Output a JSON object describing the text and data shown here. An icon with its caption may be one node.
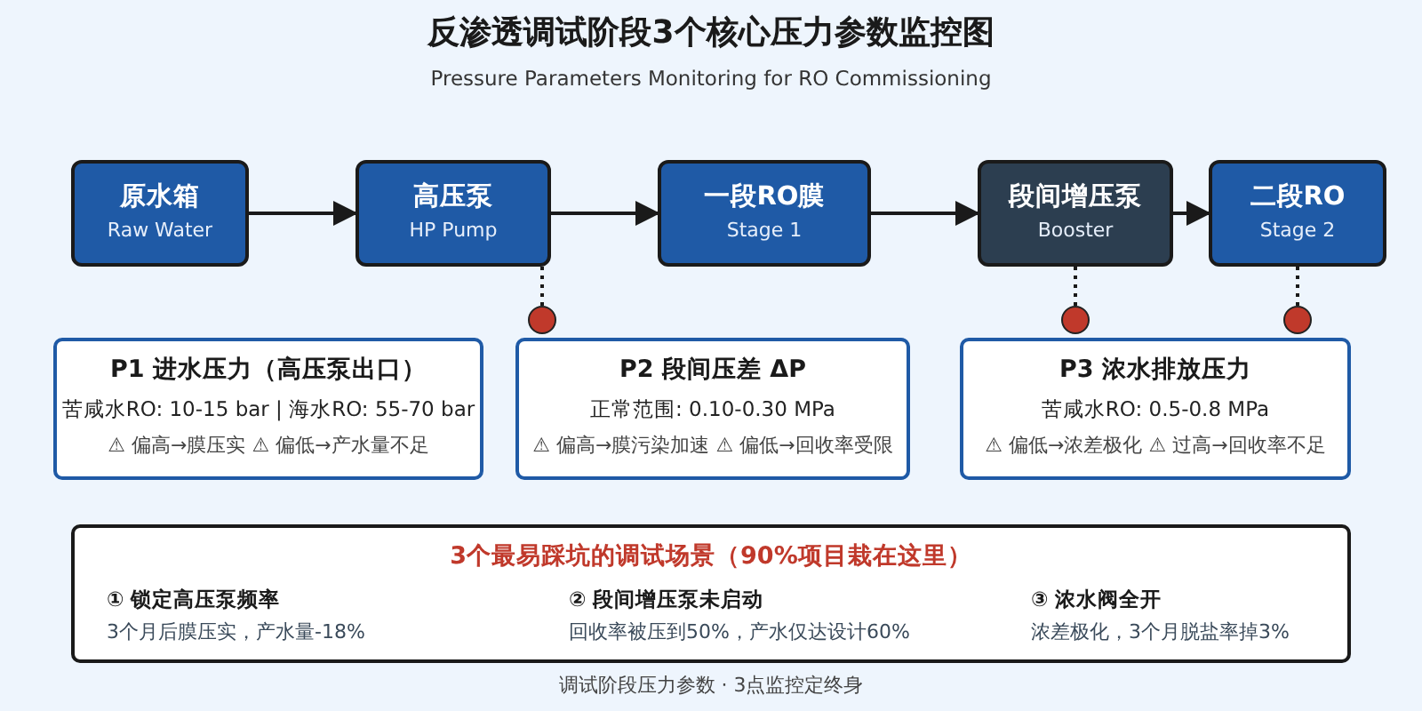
{
  "diagram": {
    "title": "反渗透调试阶段3个核心压力参数监控图",
    "nodes": [
      {
        "text": [
          "原水箱",
          "Raw Water"
        ]
      },
      {
        "text": [
          "高压泵",
          "HP Pump"
        ]
      },
      {
        "text": [
          "一段RO膜",
          "Stage 1"
        ]
      },
      {
        "text": [
          "段间增压泵",
          "Booster"
        ]
      },
      {
        "text": [
          "二段RO",
          "Stage 2"
        ]
      },
      {
        "text": [],
        "shape": "circle"
      },
      {
        "text": [],
        "shape": "circle"
      },
      {
        "text": [],
        "shape": "circle"
      },
      {
        "text": [
          "P1 进水压力（高压泵出口）",
          "苦咸水RO: 10-15 bar | 海水RO: 55-70 bar",
          "⚠ 偏高→膜压实 ⚠ 偏低→产水量不足"
        ]
      },
      {
        "text": [
          "P2 段间压差 ΔP",
          "正常范围: 0.10-0.30 MPa",
          "⚠ 偏高→膜污染加速 ⚠ 偏低→回收率受限"
        ]
      },
      {
        "text": [
          "P3 浓水排放压力",
          "苦咸水RO: 0.5-0.8 MPa",
          "⚠ 偏低→浓差极化 ⚠ 过高→回收率不足"
        ]
      },
      {
        "text": [
          "3个最易踩坑的调试场景（90%项目栽在这里）",
          "① 锁定高压泵频率",
          "3个月后膜压实，产水量-18%",
          "② 段间增压泵未启动",
          "回收率被压到50%，产水仅达设计60%",
          "③ 浓水阀全开",
          "浓差极化，3个月脱盐率掉3%"
        ]
      }
    ],
    "edges": [
      {
        "from": 0,
        "to": 1,
        "arrow": "to"
      },
      {
        "from": 1,
        "to": 2,
        "arrow": "to"
      },
      {
        "from": 2,
        "to": 3,
        "arrow": "to"
      },
      {
        "from": 3,
        "to": 4,
        "arrow": "to"
      },
      {
        "from": 1,
        "to": 5,
        "arrow": "none",
        "style": "dashed"
      },
      {
        "from": 3,
        "to": 6,
        "arrow": "none",
        "style": "dashed"
      },
      {
        "from": 4,
        "to": 7,
        "arrow": "none",
        "style": "dashed"
      }
    ],
    "labels": [
      "Pressure Parameters Monitoring for RO Commissioning",
      "调试阶段压力参数 · 3点监控定终身"
    ]
  }
}
